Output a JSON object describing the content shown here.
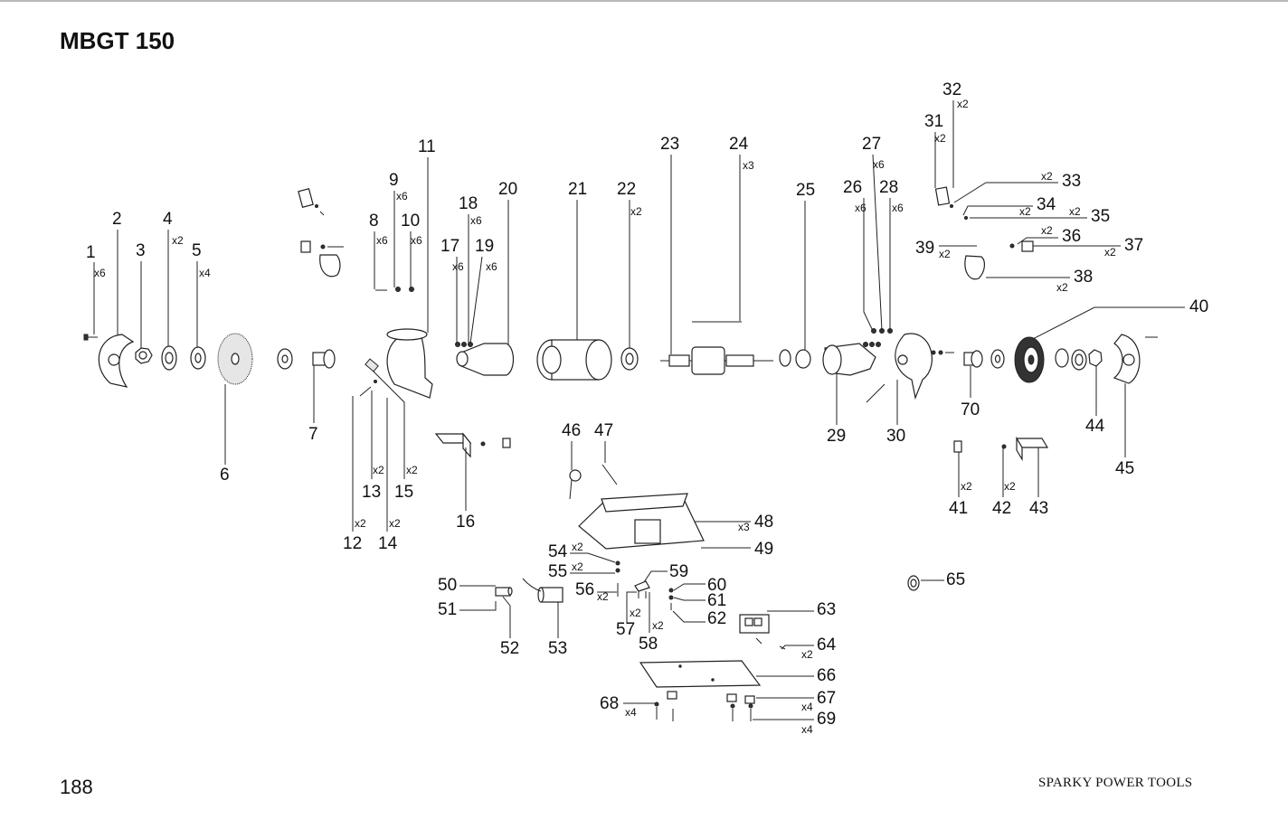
{
  "page": {
    "title": "MBGT 150",
    "page_number": "188",
    "brand": "SPARKY POWER TOOLS"
  },
  "callouts": [
    {
      "n": "1",
      "q": "x6"
    },
    {
      "n": "2",
      "q": ""
    },
    {
      "n": "3",
      "q": ""
    },
    {
      "n": "4",
      "q": "x2"
    },
    {
      "n": "5",
      "q": "x4"
    },
    {
      "n": "6",
      "q": ""
    },
    {
      "n": "7",
      "q": ""
    },
    {
      "n": "8",
      "q": "x6"
    },
    {
      "n": "9",
      "q": "x6"
    },
    {
      "n": "10",
      "q": "x6"
    },
    {
      "n": "11",
      "q": ""
    },
    {
      "n": "12",
      "q": "x2"
    },
    {
      "n": "13",
      "q": "x2"
    },
    {
      "n": "14",
      "q": "x2"
    },
    {
      "n": "15",
      "q": "x2"
    },
    {
      "n": "16",
      "q": ""
    },
    {
      "n": "17",
      "q": "x6"
    },
    {
      "n": "18",
      "q": "x6"
    },
    {
      "n": "19",
      "q": "x6"
    },
    {
      "n": "20",
      "q": ""
    },
    {
      "n": "21",
      "q": ""
    },
    {
      "n": "22",
      "q": "x2"
    },
    {
      "n": "23",
      "q": ""
    },
    {
      "n": "24",
      "q": "x3"
    },
    {
      "n": "25",
      "q": ""
    },
    {
      "n": "26",
      "q": "x6"
    },
    {
      "n": "27",
      "q": "x6"
    },
    {
      "n": "28",
      "q": "x6"
    },
    {
      "n": "29",
      "q": ""
    },
    {
      "n": "30",
      "q": ""
    },
    {
      "n": "31",
      "q": "x2"
    },
    {
      "n": "32",
      "q": "x2"
    },
    {
      "n": "33",
      "q": "x2"
    },
    {
      "n": "34",
      "q": "x2"
    },
    {
      "n": "35",
      "q": "x2"
    },
    {
      "n": "36",
      "q": "x2"
    },
    {
      "n": "37",
      "q": "x2"
    },
    {
      "n": "38",
      "q": "x2"
    },
    {
      "n": "39",
      "q": "x2"
    },
    {
      "n": "40",
      "q": ""
    },
    {
      "n": "41",
      "q": "x2"
    },
    {
      "n": "42",
      "q": "x2"
    },
    {
      "n": "43",
      "q": ""
    },
    {
      "n": "44",
      "q": ""
    },
    {
      "n": "45",
      "q": ""
    },
    {
      "n": "46",
      "q": ""
    },
    {
      "n": "47",
      "q": ""
    },
    {
      "n": "48",
      "q": "x3"
    },
    {
      "n": "49",
      "q": ""
    },
    {
      "n": "50",
      "q": ""
    },
    {
      "n": "51",
      "q": ""
    },
    {
      "n": "52",
      "q": ""
    },
    {
      "n": "53",
      "q": ""
    },
    {
      "n": "54",
      "q": "x2"
    },
    {
      "n": "55",
      "q": "x2"
    },
    {
      "n": "56",
      "q": "x2"
    },
    {
      "n": "57",
      "q": "x2"
    },
    {
      "n": "58",
      "q": "x2"
    },
    {
      "n": "59",
      "q": ""
    },
    {
      "n": "60",
      "q": ""
    },
    {
      "n": "61",
      "q": ""
    },
    {
      "n": "62",
      "q": ""
    },
    {
      "n": "63",
      "q": ""
    },
    {
      "n": "64",
      "q": "x2"
    },
    {
      "n": "65",
      "q": ""
    },
    {
      "n": "66",
      "q": ""
    },
    {
      "n": "67",
      "q": "x4"
    },
    {
      "n": "68",
      "q": "x4"
    },
    {
      "n": "69",
      "q": "x4"
    },
    {
      "n": "70",
      "q": ""
    }
  ]
}
